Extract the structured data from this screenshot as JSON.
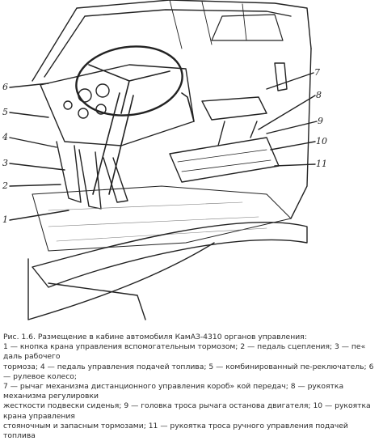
{
  "figure": {
    "callouts": [
      {
        "id": "c1",
        "text": "1"
      },
      {
        "id": "c2",
        "text": "2"
      },
      {
        "id": "c3",
        "text": "3"
      },
      {
        "id": "c4",
        "text": "4"
      },
      {
        "id": "c5",
        "text": "5"
      },
      {
        "id": "c6",
        "text": "6"
      },
      {
        "id": "c7",
        "text": "7"
      },
      {
        "id": "c8",
        "text": "8"
      },
      {
        "id": "c9",
        "text": "9"
      },
      {
        "id": "c10",
        "text": "10"
      },
      {
        "id": "c11",
        "text": "11"
      }
    ],
    "caption_lines": [
      "Рис. 1.6. Размещение в кабине автомобиля КамАЗ-4310 органов управления:",
      "1 — кнопка крана управления вспомогательным тормозом; 2 — педаль сцепления; 3 — пе« даль рабочего",
      "тормоза; 4 — педаль управления подачей топлива; 5 — комбинированный пе-реключатель; 6 — рулевое колесо;",
      "7 — рычаг механизма дистанционного управления короб» кой передач; 8 — рукоятка механизма регулировки",
      "жесткости подвески сиденья; 9 — головка троса рычага останова двигателя; 10 — рукоятка крана управления",
      "стояночным и запасным тормозами; 11 — рукоятка троса ручного управления подачей топлива"
    ]
  }
}
